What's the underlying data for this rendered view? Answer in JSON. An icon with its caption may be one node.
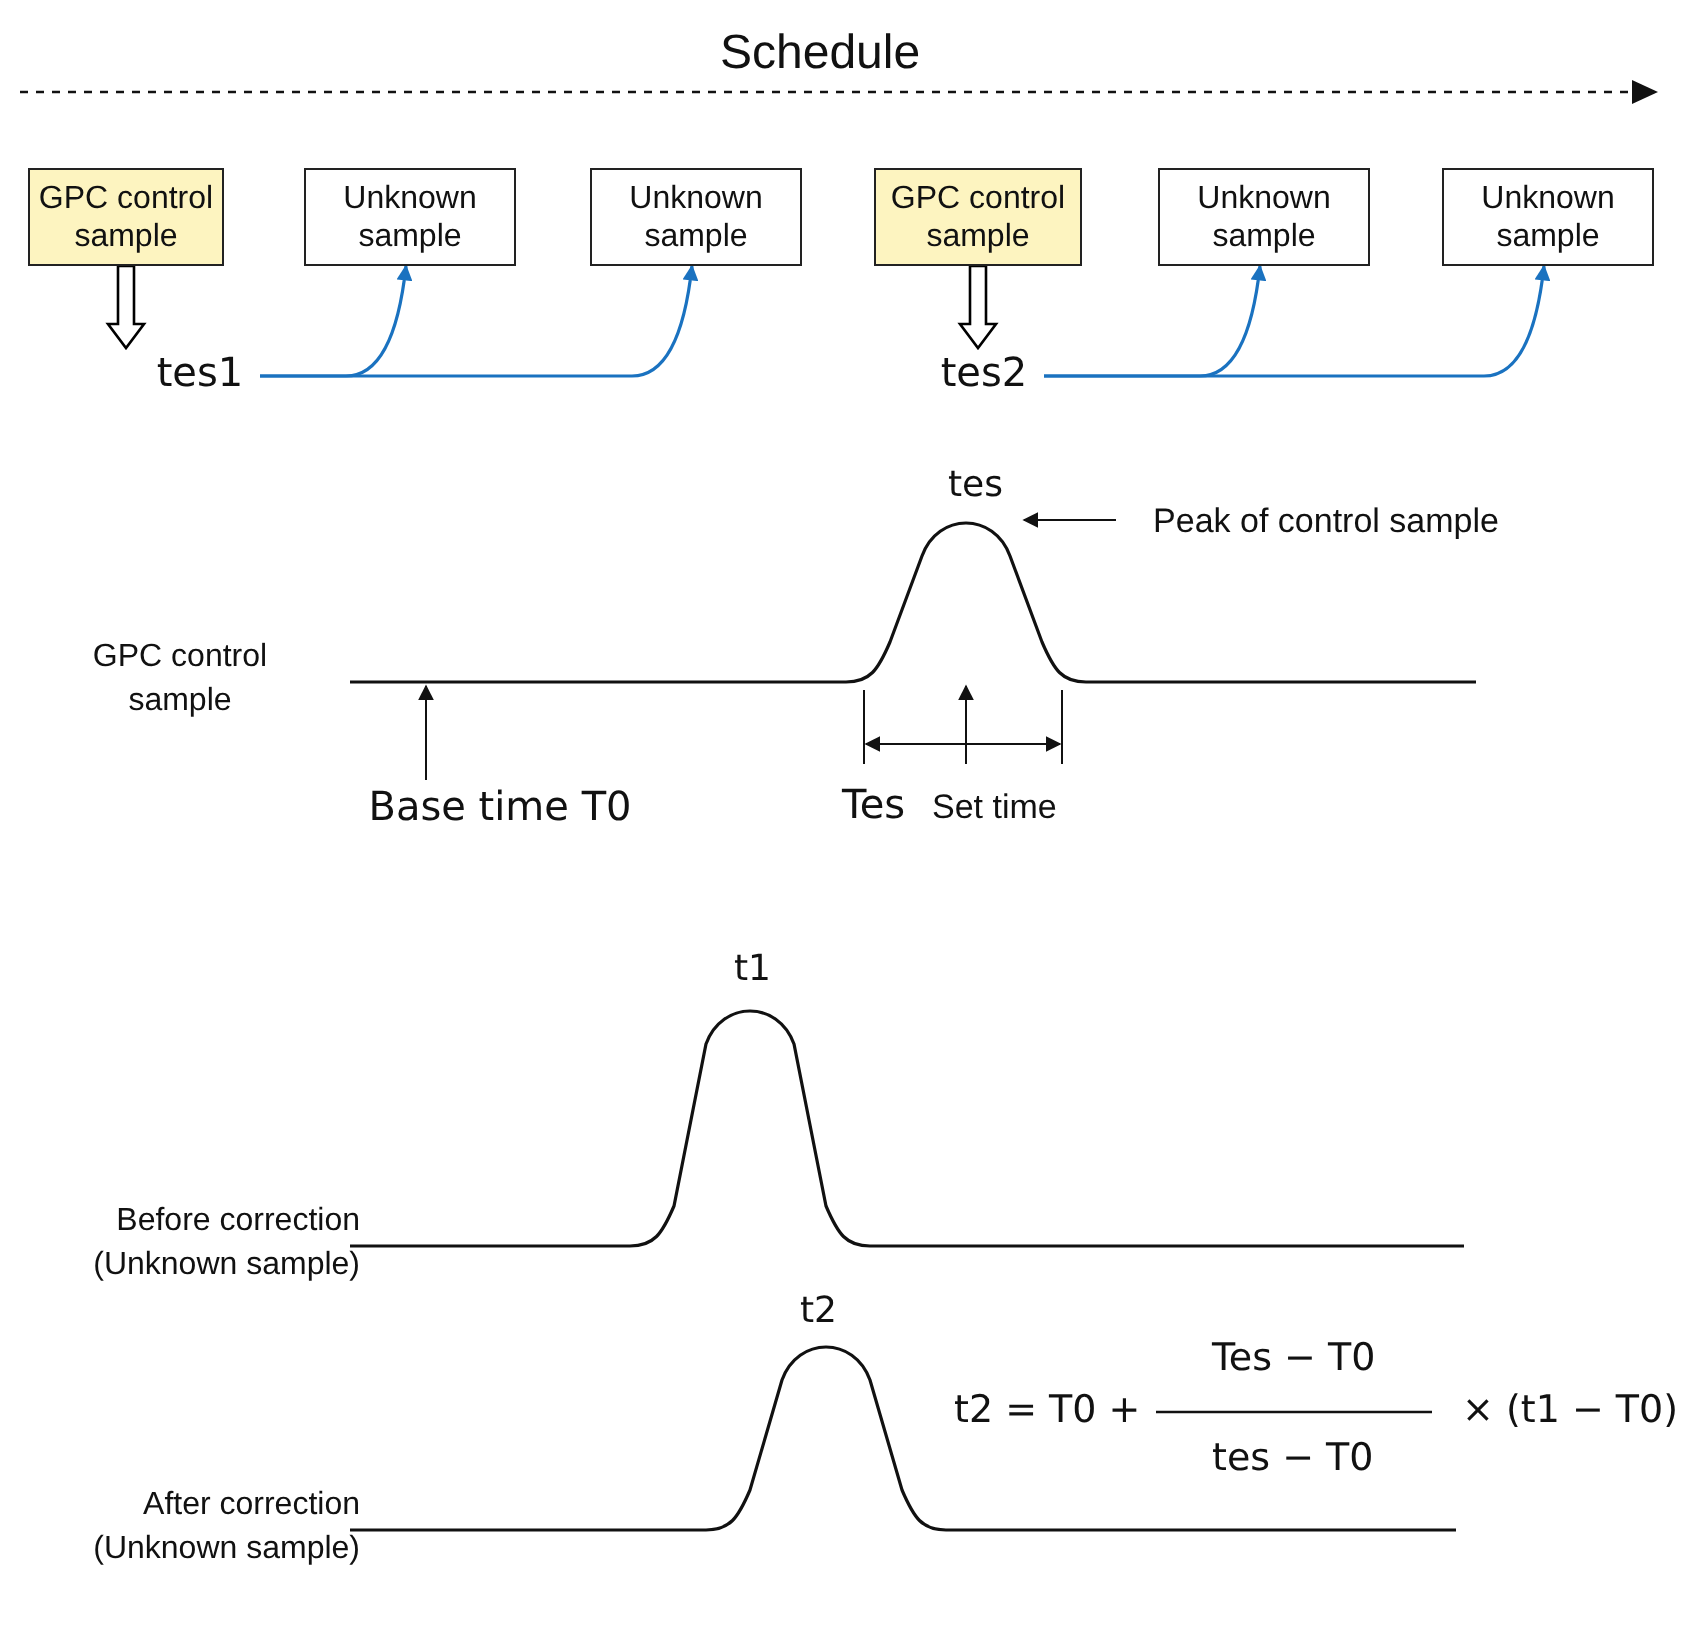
{
  "diagram": {
    "nodes": [
      {
        "text": [
          "GPC control sample"
        ]
      },
      {
        "text": [
          "Unknown sample"
        ]
      },
      {
        "text": [
          "Unknown sample"
        ]
      },
      {
        "text": [
          "GPC control sample"
        ]
      },
      {
        "text": [
          "Unknown sample"
        ]
      },
      {
        "text": [
          "Unknown sample"
        ]
      },
      {
        "text": [
          "tes1"
        ]
      },
      {
        "text": [
          "tes2"
        ]
      },
      {
        "text": [
          "Peak of control sample"
        ]
      },
      {
        "text": [
          "Base time T0"
        ]
      },
      {
        "text": [],
        "shape": "curve"
      }
    ],
    "edges": [
      {
        "from": 0,
        "to": 6,
        "arrow": "to",
        "style": "thick",
        "color": "#000000"
      },
      {
        "from": 6,
        "to": 1,
        "arrow": "to"
      },
      {
        "from": 6,
        "to": 2,
        "arrow": "to"
      },
      {
        "from": 3,
        "to": 7,
        "arrow": "to",
        "style": "thick",
        "color": "#000000"
      },
      {
        "from": 7,
        "to": 4,
        "arrow": "to"
      },
      {
        "from": 7,
        "to": 5,
        "arrow": "to"
      },
      {
        "from": 8,
        "to": 10,
        "arrow": "to",
        "color": "#111111"
      },
      {
        "from": 9,
        "to": 10,
        "arrow": "to",
        "color": "#111111"
      }
    ],
    "labels": [
      "Schedule",
      "GPC control sample",
      "tes",
      "Tes",
      "Set time",
      "t1",
      "Before correction (Unknown sample)",
      "t2",
      "After correction (Unknown sample)",
      "t2 = T0 +",
      "Tes − T0",
      "tes − T0",
      "× (t1 − T0)"
    ]
  }
}
